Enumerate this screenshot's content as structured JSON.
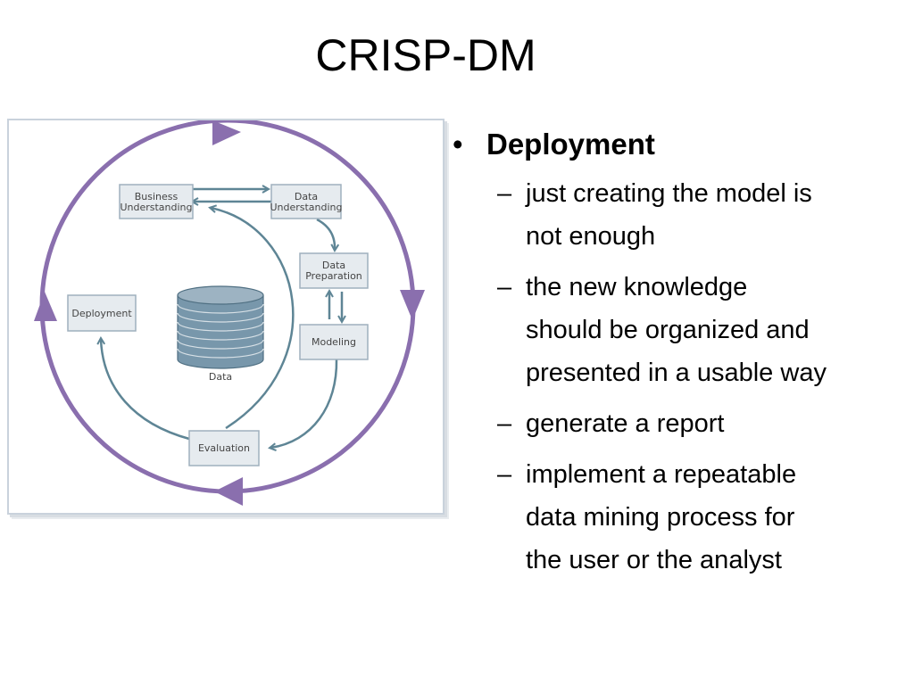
{
  "slide": {
    "title": "CRISP-DM"
  },
  "diagram": {
    "phases": {
      "business_understanding": [
        "Business",
        "Understanding"
      ],
      "data_understanding": [
        "Data",
        "Understanding"
      ],
      "data_preparation": [
        "Data",
        "Preparation"
      ],
      "modeling": "Modeling",
      "evaluation": "Evaluation",
      "deployment": "Deployment"
    },
    "data_label": "Data",
    "colors": {
      "outer_cycle": "#8a6fae",
      "inner_arrows": "#5e8595",
      "database": "#7897ab"
    }
  },
  "bullets": {
    "heading": "Deployment",
    "items": [
      [
        "just creating the model is",
        "not enough"
      ],
      [
        "the new knowledge",
        "should be organized and",
        "presented in a usable way"
      ],
      [
        "generate a report"
      ],
      [
        "implement a repeatable",
        "data mining process for",
        "the user or the analyst"
      ]
    ]
  }
}
